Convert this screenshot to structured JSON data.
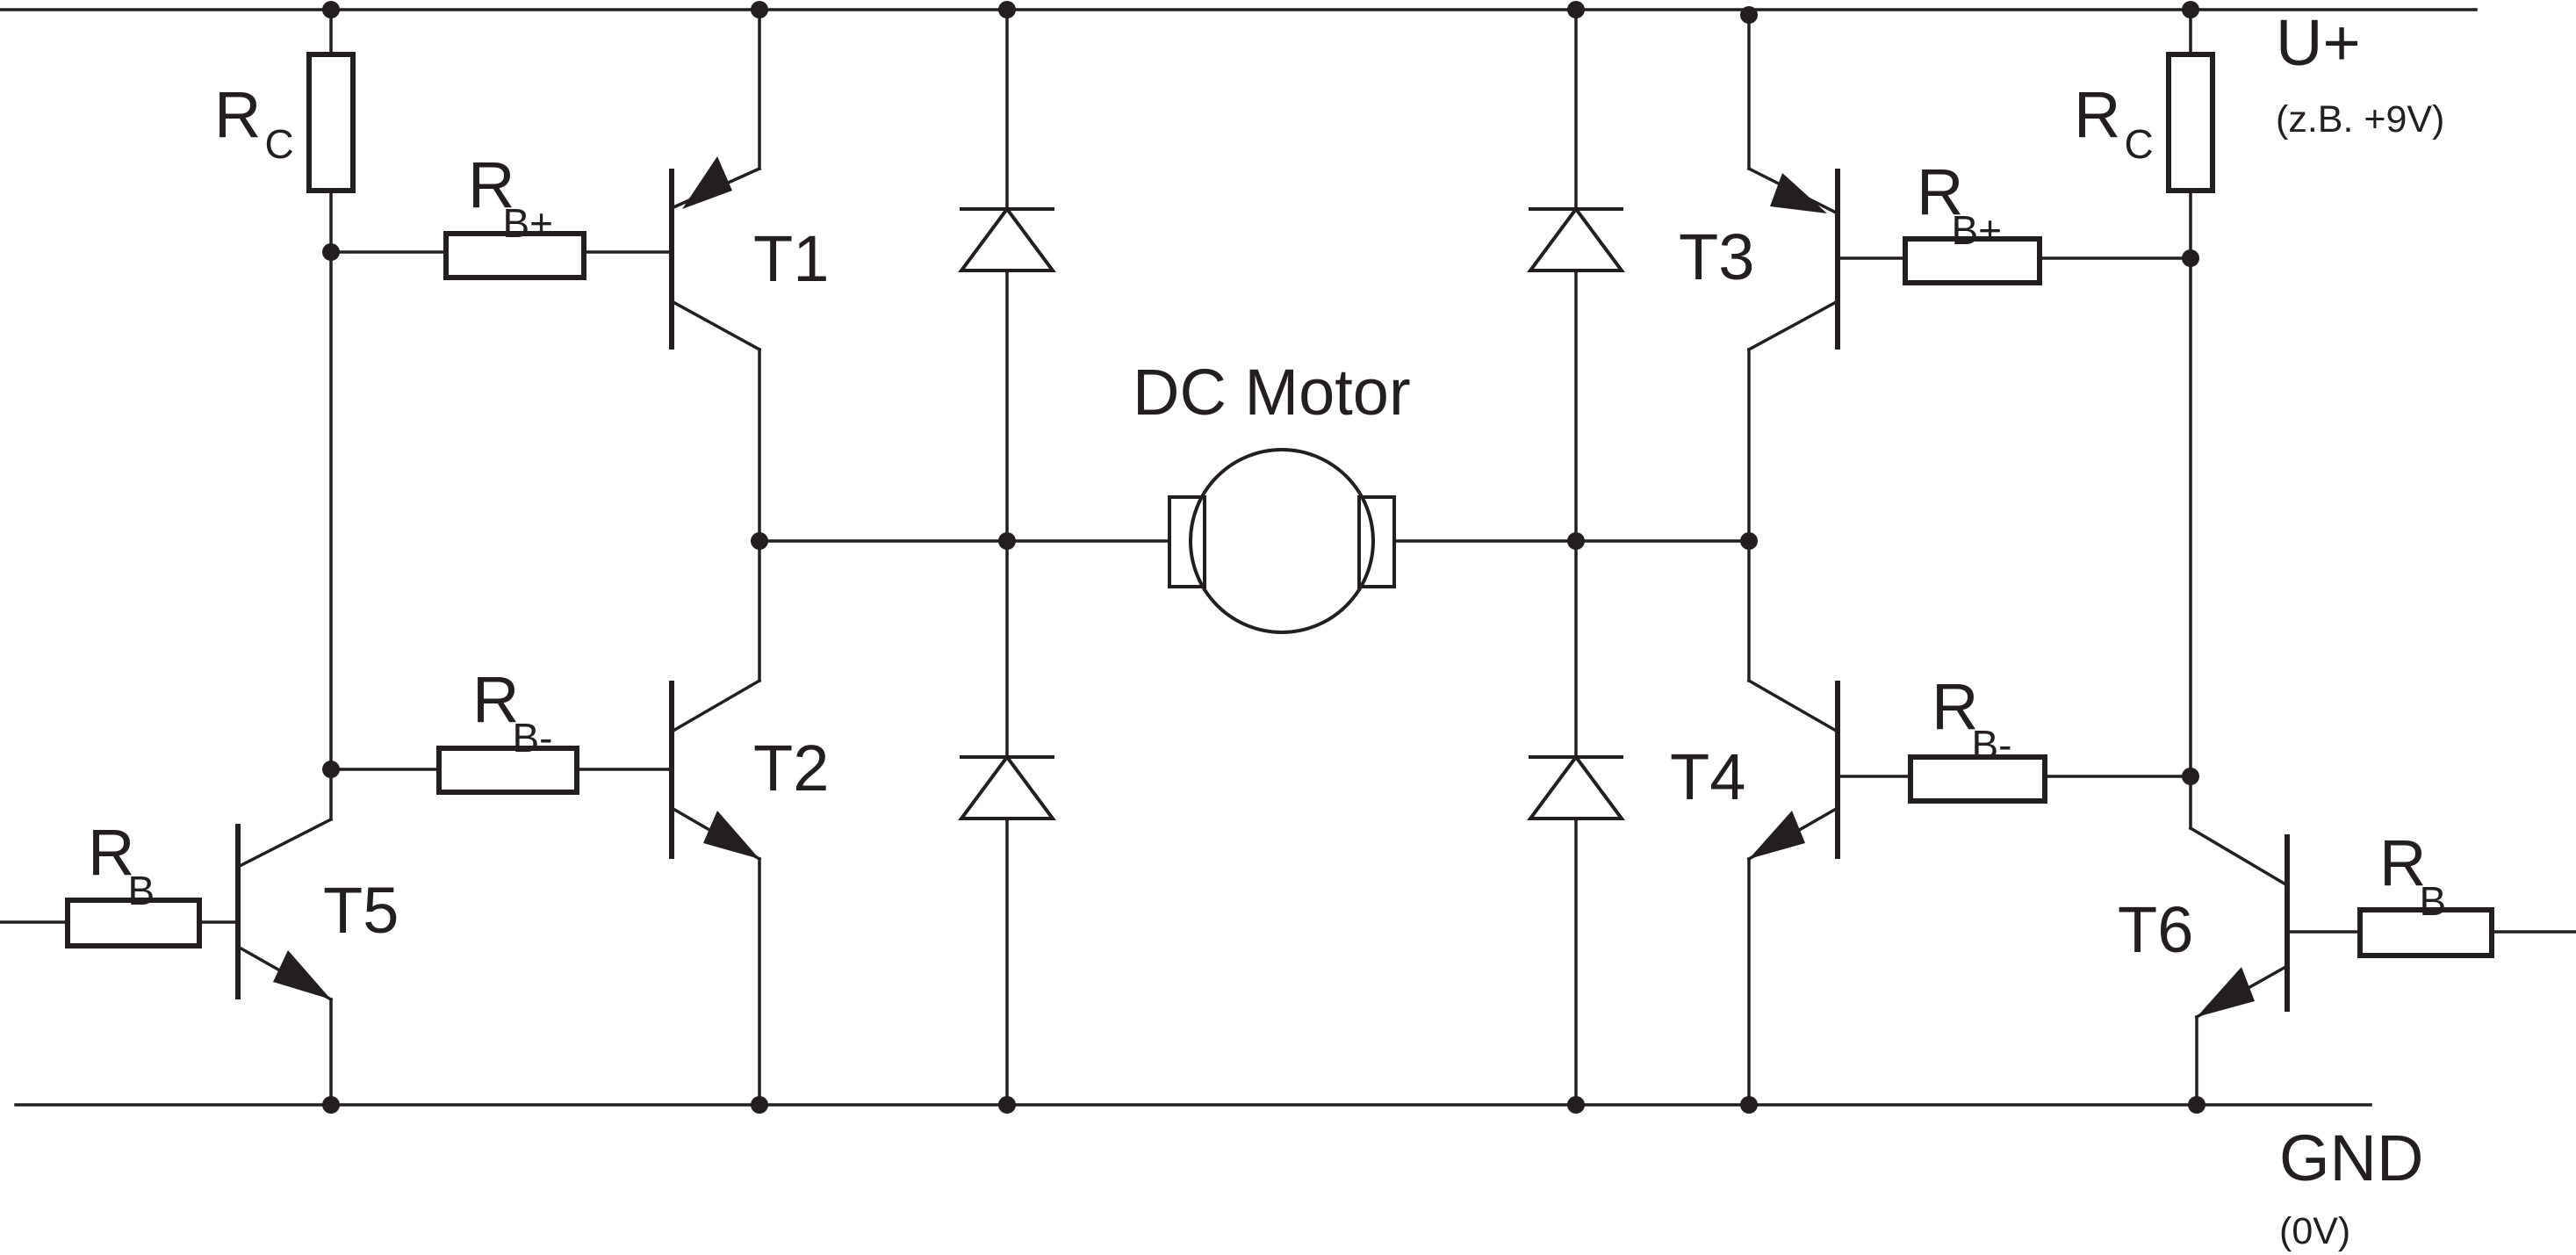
{
  "rails": {
    "supply_label": "U+",
    "supply_note": "(z.B. +9V)",
    "ground_label": "GND",
    "ground_note": "(0V)"
  },
  "motor": {
    "label": "DC Motor"
  },
  "transistors": {
    "t1": "T1",
    "t2": "T2",
    "t3": "T3",
    "t4": "T4",
    "t5": "T5",
    "t6": "T6"
  },
  "resistors": {
    "rc_left": {
      "main": "R",
      "sub": "C"
    },
    "rc_right": {
      "main": "R",
      "sub": "C"
    },
    "rbp_left": {
      "main": "R",
      "sub": "B+"
    },
    "rbp_right": {
      "main": "R",
      "sub": "B+"
    },
    "rbm_left": {
      "main": "R",
      "sub": "B-"
    },
    "rbm_right": {
      "main": "R",
      "sub": "B-"
    },
    "rb_left": {
      "main": "R",
      "sub": "B"
    },
    "rb_right": {
      "main": "R",
      "sub": "B"
    }
  },
  "colors": {
    "ink": "#231f20",
    "background": "#ffffff"
  }
}
